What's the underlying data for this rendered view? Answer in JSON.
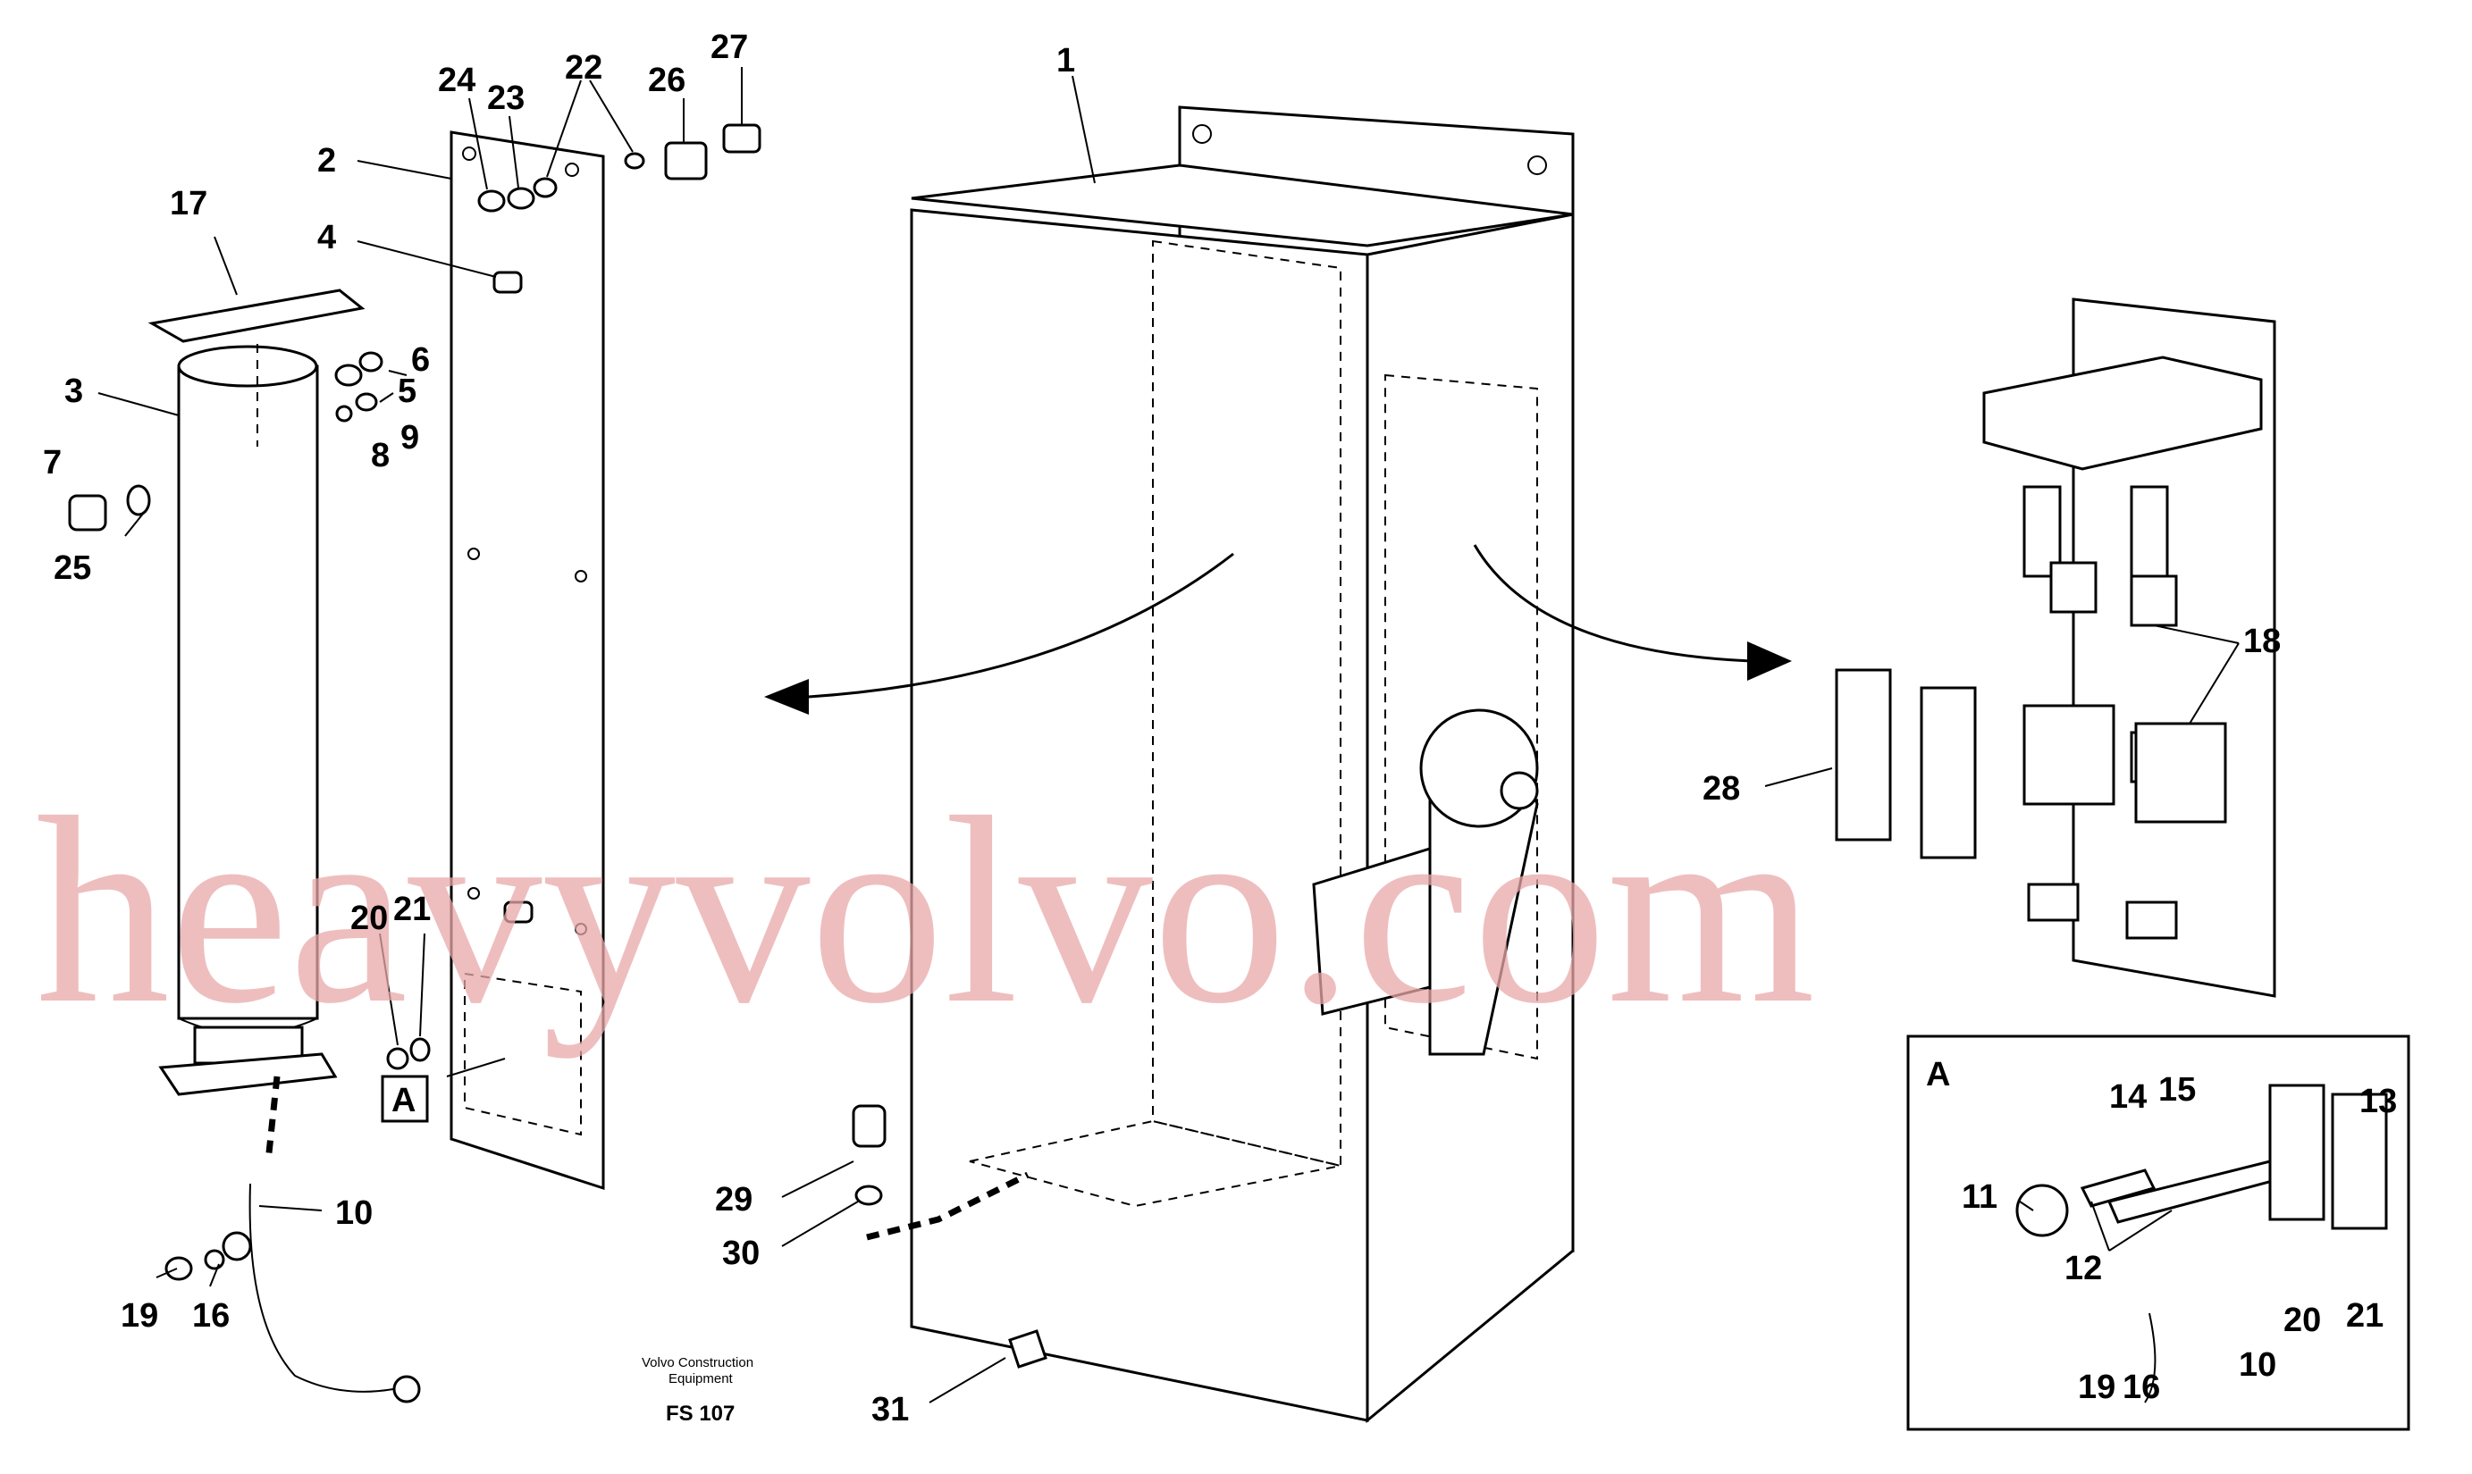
{
  "callouts": {
    "c1": "1",
    "c2": "2",
    "c3": "3",
    "c4": "4",
    "c5": "5",
    "c6": "6",
    "c7": "7",
    "c8": "8",
    "c9": "9",
    "c10": "10",
    "c10b": "10",
    "c11": "11",
    "c12": "12",
    "c13": "13",
    "c14": "14",
    "c15": "15",
    "c16": "16",
    "c16b": "16",
    "c17": "17",
    "c18": "18",
    "c19": "19",
    "c19b": "19",
    "c20": "20",
    "c20b": "20",
    "c21": "21",
    "c21b": "21",
    "c22": "22",
    "c23": "23",
    "c24": "24",
    "c25": "25",
    "c26": "26",
    "c27": "27",
    "c28": "28",
    "c29": "29",
    "c30": "30",
    "c31": "31"
  },
  "view_marker": "A",
  "inset_marker": "A",
  "credit": {
    "line1": "Volvo Construction",
    "line2": "Equipment"
  },
  "figure_code": "FS 107",
  "watermark": "heavyvolvo.com"
}
